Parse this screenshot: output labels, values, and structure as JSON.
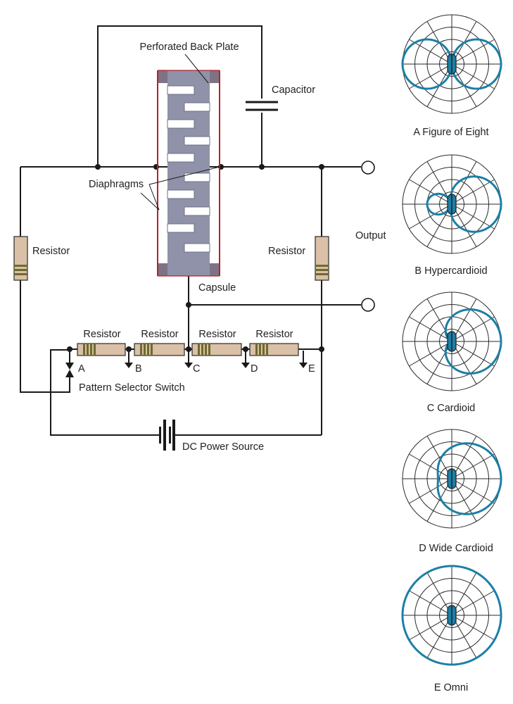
{
  "colors": {
    "accent": "#1b7fa6",
    "capsule_fill": "#8f92a8",
    "capsule_outline": "#b4232b",
    "resistor_fill": "#d9c0a6",
    "resistor_band": "#6e6a2e"
  },
  "circuit": {
    "back_plate_label": "Perforated Back Plate",
    "capacitor_label": "Capacitor",
    "diaphragms_label": "Diaphragms",
    "capsule_label": "Capsule",
    "output_label": "Output",
    "resistor_left_label": "Resistor",
    "resistor_right_label": "Resistor",
    "chain_resistor_labels": [
      "Resistor",
      "Resistor",
      "Resistor",
      "Resistor"
    ],
    "tap_labels": [
      "A",
      "B",
      "C",
      "D",
      "E"
    ],
    "switch_label": "Pattern Selector Switch",
    "power_label": "DC Power Source"
  },
  "patterns": [
    {
      "label": "A Figure of Eight",
      "shape": "figure-eight"
    },
    {
      "label": "B Hypercardioid",
      "shape": "hypercardioid"
    },
    {
      "label": "C Cardioid",
      "shape": "cardioid"
    },
    {
      "label": "D Wide Cardioid",
      "shape": "wide-cardioid"
    },
    {
      "label": "E Omni",
      "shape": "omni"
    }
  ]
}
